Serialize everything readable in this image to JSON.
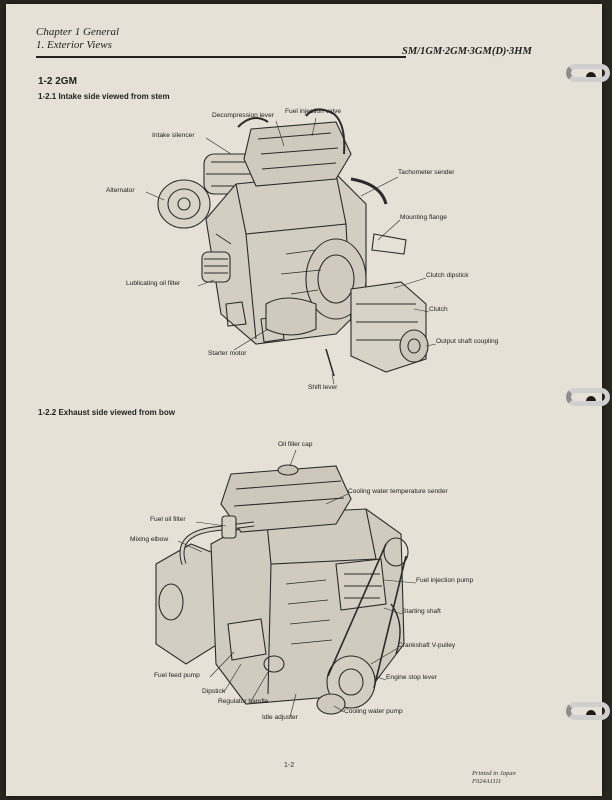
{
  "header": {
    "chapter": "Chapter 1 General",
    "section": "1. Exterior Views",
    "models": "SM/1GM·2GM·3GM(D)·3HM"
  },
  "section_title": "1-2 2GM",
  "figure1": {
    "title": "1-2.1 Intake side viewed from stem",
    "labels": {
      "decompression_lever": "Decompression lever",
      "fuel_injection_valve": "Fuel injection valve",
      "intake_silencer": "Intake silencer",
      "alternator": "Alternator",
      "tachometer_sender": "Tachometer sender",
      "mounting_flange": "Mounting flange",
      "clutch_dipstick": "Clutch dipstick",
      "lubricating_oil_filter": "Lublicating oil filter",
      "clutch": "Clutch",
      "output_shaft_coupling": "Output shaft coupling",
      "starter_motor": "Starter motor",
      "shift_lever": "Shift lever"
    }
  },
  "figure2": {
    "title": "1-2.2 Exhaust side viewed from bow",
    "labels": {
      "oil_filler_cap": "Oil filler cap",
      "cooling_water_temperature_sender": "Cooling water temperature sender",
      "fuel_oil_filter": "Fuel oil filter",
      "mixing_elbow": "Mixing elbow",
      "fuel_injection_pump": "Fuel injection pump",
      "starting_shaft": "Starting shaft",
      "crankshaft_v_pulley": "Crankshaft V-pulley",
      "fuel_feed_pump": "Fuel feed pump",
      "engine_stop_lever": "Engine stop lever",
      "dipstick": "Dipstick",
      "regulator_handle": "Regulator handle",
      "cooling_water_pump": "Cooling water pump",
      "idle_adjuster": "Idle adjuster"
    }
  },
  "footer": {
    "page_number": "1-2",
    "printed": "Printed in Japan",
    "code": "F024A1111"
  }
}
